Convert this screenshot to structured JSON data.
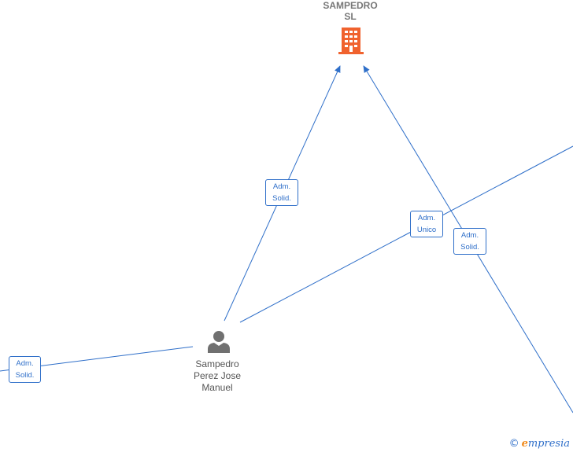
{
  "company": {
    "name_line1": "SAMPEDRO",
    "name_line2": "SL",
    "icon": "building-icon",
    "icon_color": "#f0622e"
  },
  "person": {
    "name_line1": "Sampedro",
    "name_line2": "Perez Jose",
    "name_line3": "Manuel",
    "icon": "person-icon",
    "icon_color": "#707070"
  },
  "edges": [
    {
      "line1": "Adm.",
      "line2": "Solid."
    },
    {
      "line1": "Adm.",
      "line2": "Unico"
    },
    {
      "line1": "Adm.",
      "line2": "Solid."
    },
    {
      "line1": "Adm.",
      "line2": "Solid."
    }
  ],
  "colors": {
    "edge": "#2f6fc9",
    "label_text": "#555555"
  },
  "footer": {
    "copyright": "©",
    "brand_initial": "e",
    "brand_rest": "mpresia"
  }
}
